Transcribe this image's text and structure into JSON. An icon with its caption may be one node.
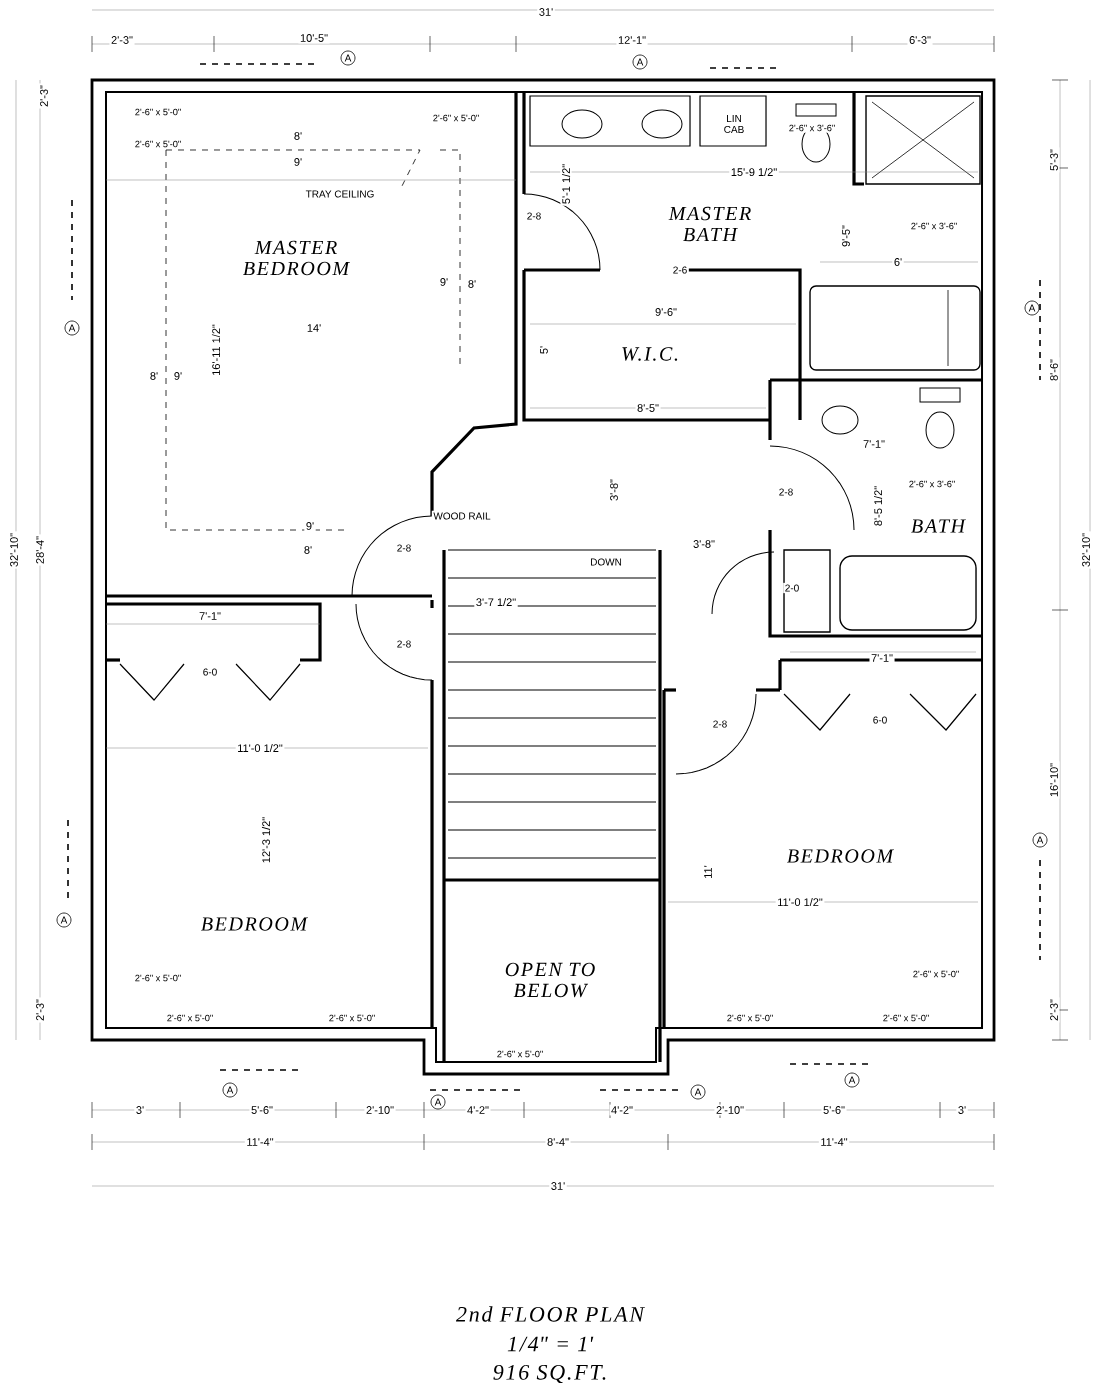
{
  "diagram": {
    "title": "2nd FLOOR PLAN",
    "labels": [
      "31'",
      "2'-3\"",
      "10'-5\"",
      "12'-1\"",
      "6'-3\"",
      "A",
      "A",
      "2'-3\"",
      "5'-3\"",
      "2'-6\" x 5'-0\"",
      "2'-6\" x 5'-0\"",
      "LIN CAB",
      "2'-6\" x 3'-6\"",
      "2'-6\" x 5'-0\"",
      "8'",
      "9'",
      "15'-9 1/2\"",
      "5'-1 1/2\"",
      "TRAY CEILING",
      "2-8",
      "MASTER BATH",
      "9'-5\"",
      "2'-6\" x 3'-6\"",
      "MASTER BEDROOM",
      "6'",
      "2-6",
      "9'",
      "8'",
      "A",
      "9'-6\"",
      "A",
      "14'",
      "16'-11 1/2\"",
      "5'",
      "W.I.C.",
      "8'-6\"",
      "8'",
      "9'",
      "8'-5\"",
      "7'-1\"",
      "2'-6\" x 3'-6\"",
      "3'-8\"",
      "2-8",
      "8'-5 1/2\"",
      "WOOD RAIL",
      "9'",
      "BATH",
      "32'-10\"",
      "28'-4\"",
      "8'",
      "2-8",
      "3'-8\"",
      "32'-10\"",
      "DOWN",
      "2-0",
      "3'-7 1/2\"",
      "7'-1\"",
      "2-8",
      "7'-1\"",
      "6-0",
      "2-8",
      "6-0",
      "11'-0 1/2\"",
      "16'-10\"",
      "12'-3 1/2\"",
      "A",
      "BEDROOM",
      "11'",
      "11'-0 1/2\"",
      "A",
      "BEDROOM",
      "OPEN TO BELOW",
      "2'-6\" x 5'-0\"",
      "2'-6\" x 5'-0\"",
      "2'-6\" x 5'-0\"",
      "2'-6\" x 5'-0\"",
      "2'-6\" x 5'-0\"",
      "2'-6\" x 5'-0\"",
      "2'-3\"",
      "2'-3\"",
      "2'-6\" x 5'-0\"",
      "A",
      "A",
      "A",
      "A",
      "3'",
      "5'-6\"",
      "2'-10\"",
      "4'-2\"",
      "4'-2\"",
      "2'-10\"",
      "5'-6\"",
      "3'",
      "11'-4\"",
      "8'-4\"",
      "11'-4\"",
      "31'",
      "1/4\" = 1'",
      "916 SQ.FT."
    ]
  }
}
